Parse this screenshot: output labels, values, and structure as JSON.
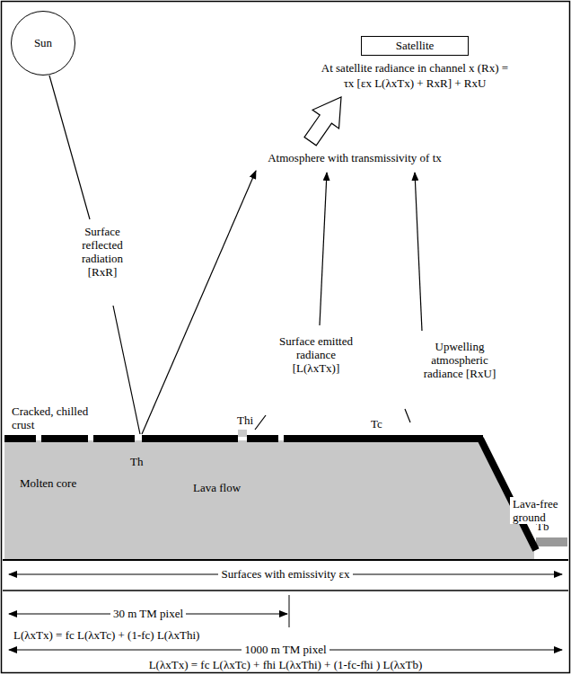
{
  "diagram": {
    "nodes": [
      {
        "text": [
          "Sun"
        ]
      },
      {
        "text": [
          "Satellite"
        ]
      }
    ],
    "labels": [
      "At satellite radiance in channel x (Rx) =",
      "τx [εx L(λxTx) + RxR] + RxU",
      "Atmosphere with transmissivity of tx",
      "Surface reflected radiation [RxR]",
      "Surface emitted radiance [L(λxTx)]",
      "Upwelling atmospheric radiance [RxU]",
      "Cracked, chilled crust",
      "Th",
      "Thi",
      "Tc",
      "Molten core",
      "Lava flow",
      "Tb",
      "Lava-free ground",
      "Surfaces with emissivity εx",
      "30 m TM pixel",
      "L(λxTx) = fc L(λxTc) + (1-fc) L(λxThi)",
      "1000 m TM pixel",
      "L(λxTx) = fc L(λxTc) + fhi L(λxThi) + (1-fc-fhi ) L(λxTb)"
    ]
  }
}
